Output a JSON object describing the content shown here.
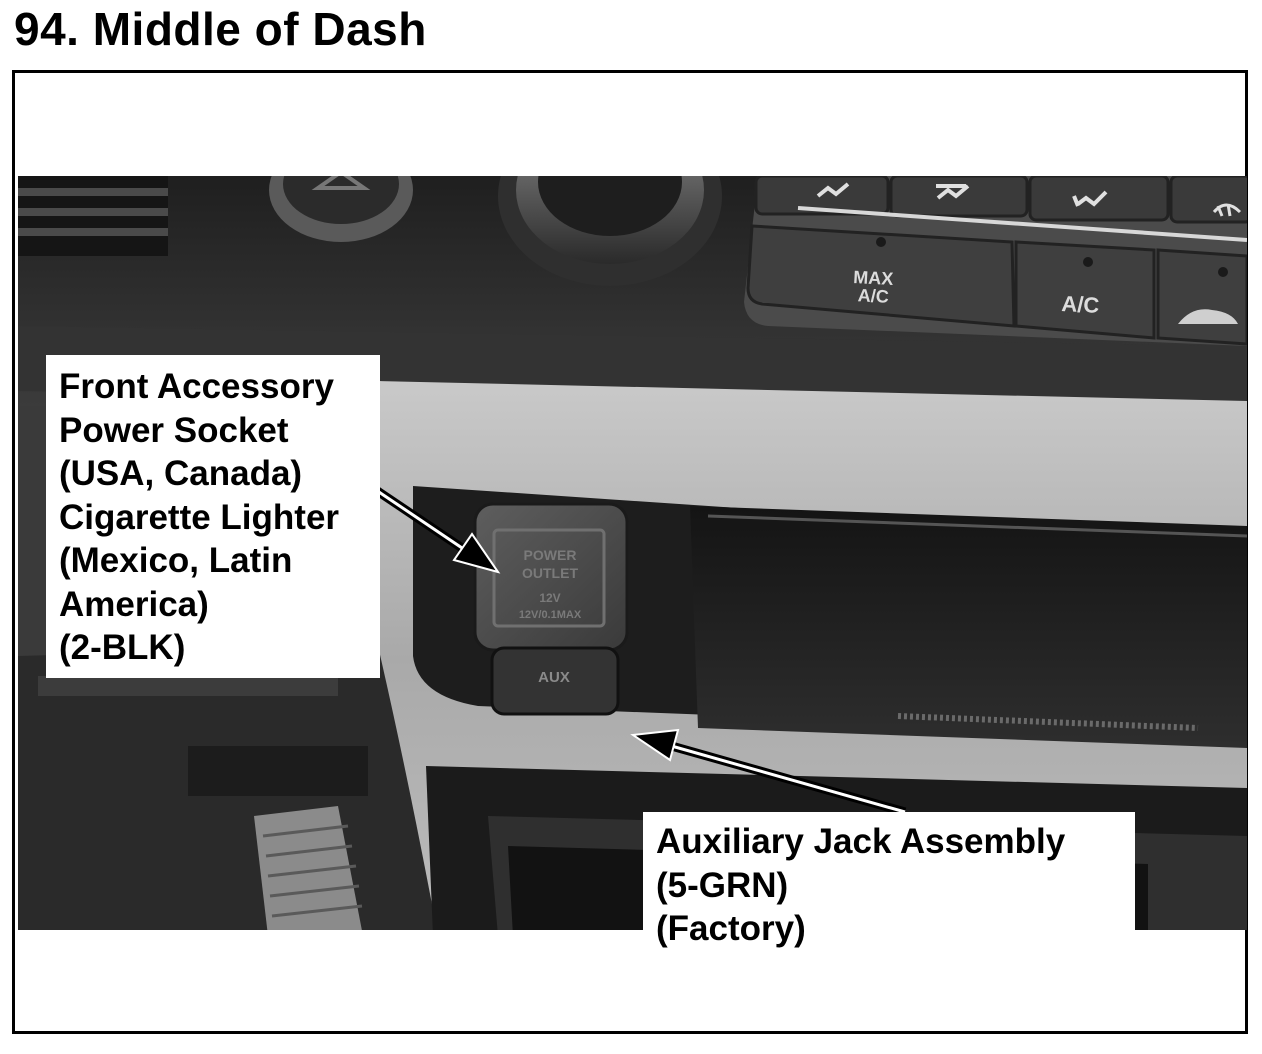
{
  "page": {
    "title": "94. Middle of Dash"
  },
  "panel_labels": {
    "max_ac_line1": "MAX",
    "max_ac_line2": "A/C",
    "ac": "A/C",
    "socket_line1": "POWER",
    "socket_line2": "OUTLET",
    "socket_line3": "12V",
    "socket_line4": "12V/0.1MAX",
    "aux": "AUX"
  },
  "callouts": {
    "power_socket": {
      "lines": [
        "Front Accessory",
        "Power Socket",
        "(USA, Canada)",
        "Cigarette Lighter",
        "(Mexico, Latin",
        "America)",
        "(2-BLK)"
      ]
    },
    "aux_jack": {
      "lines": [
        "Auxiliary Jack Assembly",
        "(5-GRN)",
        "(Factory)"
      ]
    }
  },
  "colors": {
    "ink": "#000000",
    "paper": "#ffffff"
  }
}
